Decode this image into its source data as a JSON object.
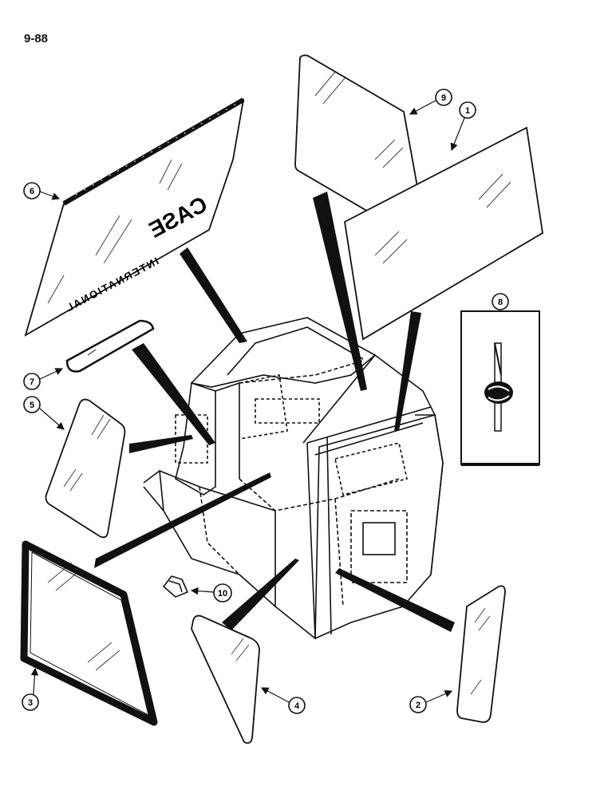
{
  "page": {
    "number": "9-88"
  },
  "logo": {
    "brand": "CASE",
    "sub": "INTERNATIONAL"
  },
  "callouts": [
    {
      "id": "c1",
      "label": "1"
    },
    {
      "id": "c2",
      "label": "2"
    },
    {
      "id": "c3",
      "label": "3"
    },
    {
      "id": "c4",
      "label": "4"
    },
    {
      "id": "c5",
      "label": "5"
    },
    {
      "id": "c6",
      "label": "6"
    },
    {
      "id": "c7",
      "label": "7"
    },
    {
      "id": "c8",
      "label": "8"
    },
    {
      "id": "c9",
      "label": "9"
    },
    {
      "id": "c10",
      "label": "10"
    }
  ]
}
